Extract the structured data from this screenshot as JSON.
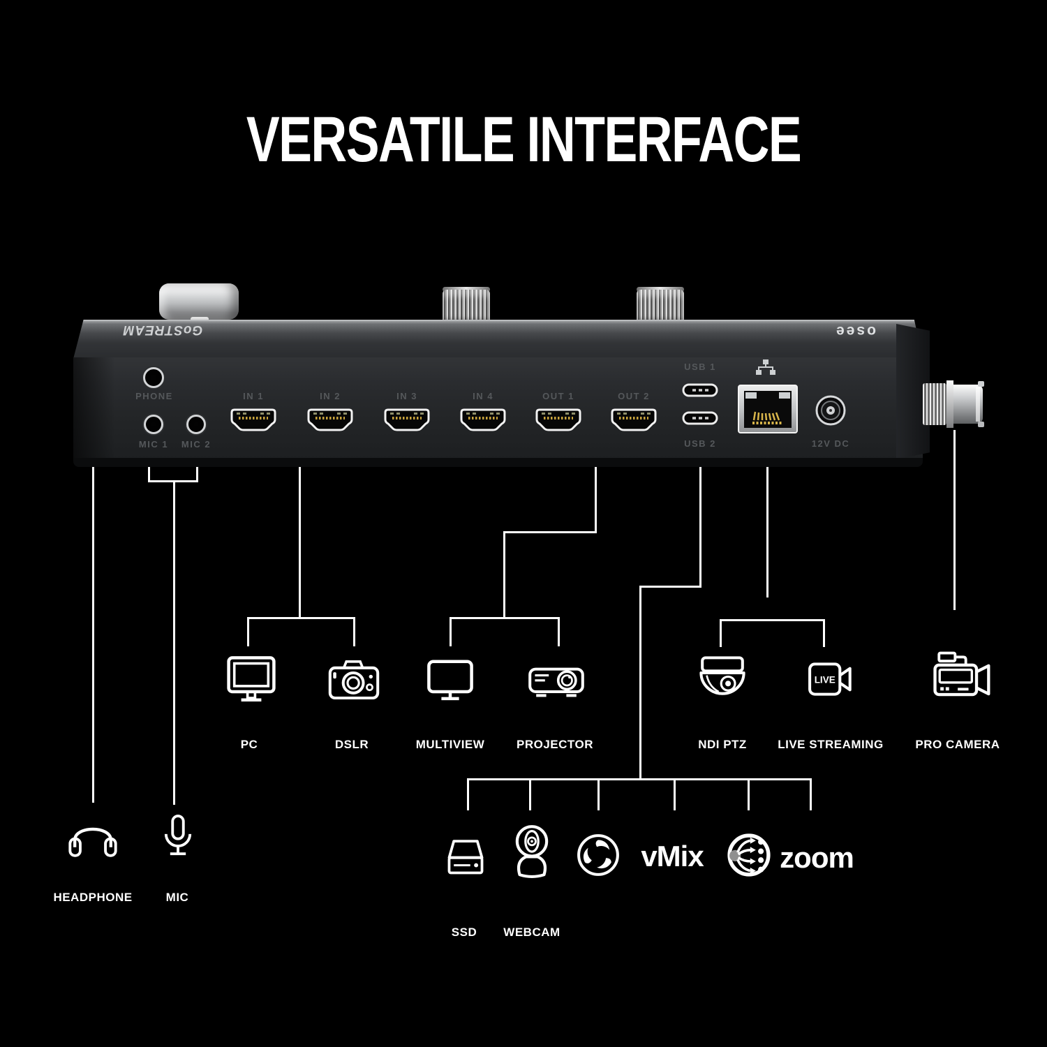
{
  "title": "VERSATILE INTERFACE",
  "device": {
    "brand_left": "GoSTREAM",
    "brand_right": "osee",
    "labels": {
      "phone": "PHONE",
      "mic1": "MIC 1",
      "mic2": "MIC 2",
      "in1": "IN 1",
      "in2": "IN 2",
      "in3": "IN 3",
      "in4": "IN 4",
      "out1": "OUT 1",
      "out2": "OUT 2",
      "usb1": "USB 1",
      "usb2": "USB 2",
      "power": "12V DC"
    }
  },
  "peripherals": {
    "pc": "PC",
    "dslr": "DSLR",
    "multiview": "MULTIVIEW",
    "projector": "PROJECTOR",
    "ndi_ptz": "NDI PTZ",
    "live_streaming": "LIVE STREAMING",
    "pro_camera": "PRO CAMERA",
    "headphone": "HEADPHONE",
    "mic": "MIC",
    "ssd": "SSD",
    "webcam": "WEBCAM",
    "vmix": "vMix",
    "zoom": "zoom",
    "live_badge": "LIVE"
  },
  "colors": {
    "background": "#000000",
    "line": "#ffffff",
    "port_label": "#55585b",
    "hdmi_pin_gold": "#c9a43d",
    "silver": "#d2d4d6"
  }
}
